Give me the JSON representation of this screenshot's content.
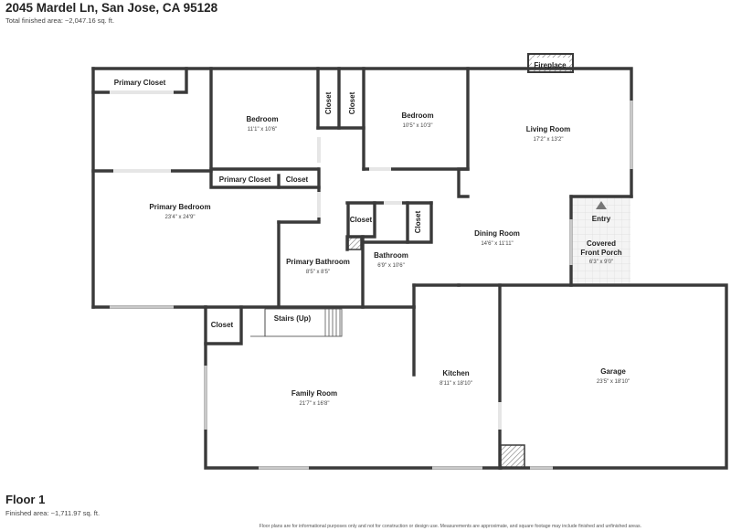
{
  "header": {
    "address": "2045 Mardel Ln, San Jose, CA 95128",
    "total_area": "Total finished area: ~2,047.16 sq. ft."
  },
  "floor": {
    "title": "Floor 1",
    "finished_area": "Finished area: ~1,711.97 sq. ft."
  },
  "disclaimer": "Floor plans are for informational purposes only and not for construction or design use. Measurements are approximate, and square footage may include finished and unfinished areas.",
  "rooms": {
    "primary_closet_top": {
      "name": "Primary Closet"
    },
    "bedroom1": {
      "name": "Bedroom",
      "dims": "11'1\" x 10'6\""
    },
    "closet_a": {
      "name": "Closet"
    },
    "closet_b": {
      "name": "Closet"
    },
    "bedroom2": {
      "name": "Bedroom",
      "dims": "10'5\" x 10'3\""
    },
    "fireplace": {
      "name": "Fireplace"
    },
    "living_room": {
      "name": "Living Room",
      "dims": "17'2\" x 13'2\""
    },
    "primary_closet_mid": {
      "name": "Primary Closet"
    },
    "closet_c": {
      "name": "Closet"
    },
    "primary_bedroom": {
      "name": "Primary Bedroom",
      "dims": "23'4\" x 24'9\""
    },
    "closet_d": {
      "name": "Closet"
    },
    "closet_e": {
      "name": "Closet"
    },
    "entry": {
      "name": "Entry"
    },
    "dining_room": {
      "name": "Dining Room",
      "dims": "14'6\" x 11'11\""
    },
    "covered_porch": {
      "name1": "Covered",
      "name2": "Front Porch",
      "dims": "6'3\" x 9'0\""
    },
    "primary_bathroom": {
      "name": "Primary Bathroom",
      "dims": "8'5\" x 8'5\""
    },
    "bathroom": {
      "name": "Bathroom",
      "dims": "6'9\" x 10'6\""
    },
    "closet_f": {
      "name": "Closet"
    },
    "stairs": {
      "name": "Stairs (Up)"
    },
    "kitchen": {
      "name": "Kitchen",
      "dims": "8'11\" x 18'10\""
    },
    "garage": {
      "name": "Garage",
      "dims": "23'5\" x 18'10\""
    },
    "family_room": {
      "name": "Family Room",
      "dims": "21'7\" x 16'8\""
    }
  }
}
